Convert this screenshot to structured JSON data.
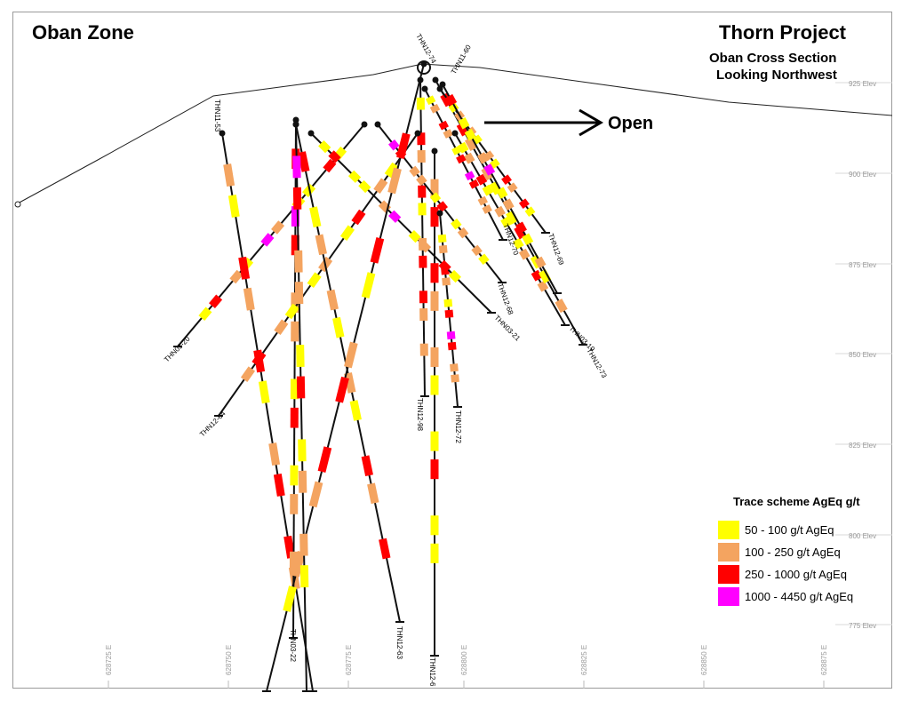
{
  "header": {
    "zone": "Oban Zone",
    "project": "Thorn Project",
    "section_line1": "Oban Cross Section",
    "section_line2": "Looking Northwest"
  },
  "annotation": {
    "open_label": "Open"
  },
  "elevation_labels": [
    "925 Elev",
    "900 Elev",
    "875 Elev",
    "850 Elev",
    "825 Elev",
    "800 Elev",
    "775 Elev"
  ],
  "easting_labels": [
    "628725 E",
    "628750 E",
    "628775 E",
    "628800 E",
    "628825 E",
    "628850 E",
    "628875 E"
  ],
  "legend": {
    "title": "Trace scheme AgEq g/t",
    "items": [
      {
        "label": "50 - 100 g/t AgEq",
        "color": "#ffff00"
      },
      {
        "label": "100 - 250 g/t AgEq",
        "color": "#f4a460"
      },
      {
        "label": "250 - 1000 g/t AgEq",
        "color": "#ff0000"
      },
      {
        "label": "1000 - 4450 g/t AgEq",
        "color": "#ff00ff"
      }
    ]
  },
  "drillholes": [
    "THN03-19",
    "THN03-20",
    "THN03-21",
    "THN03-22",
    "THN11-53",
    "THN11-60",
    "THN12-6",
    "THN12-63",
    "THN12-64",
    "THN12-68",
    "THN12-69",
    "THN12-70",
    "THN12-72",
    "THN12-73",
    "THN12-74",
    "THN12-98"
  ]
}
